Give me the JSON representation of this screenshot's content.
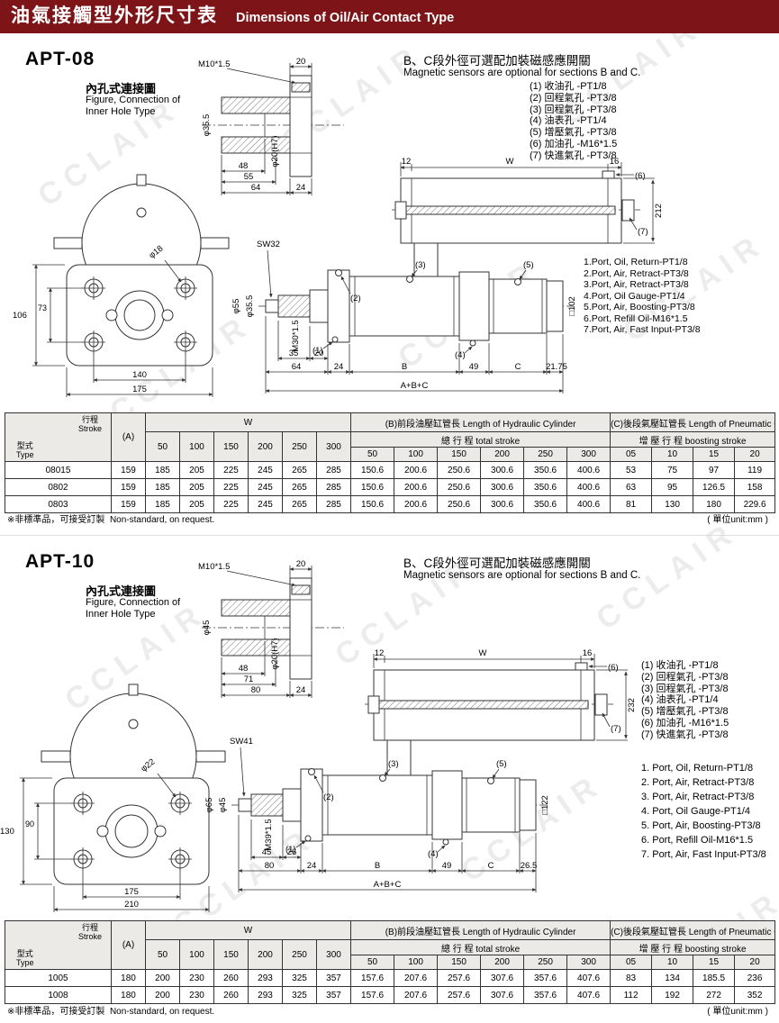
{
  "page": {
    "title_zh": "油氣接觸型外形尺寸表",
    "title_en": "Dimensions of Oil/Air Contact Type",
    "watermark": "CCLAIR",
    "note_zh": "※非標準品，可接受訂製",
    "note_en": "Non-standard, on request.",
    "unit_note": "( 單位unit:mm )"
  },
  "shared": {
    "figure_label_zh": "內孔式連接圖",
    "figure_label_en1": "Figure, Connection of",
    "figure_label_en2": "Inner Hole Type",
    "magnetic_zh": "B、C段外徑可選配加裝磁感應開關",
    "magnetic_en": "Magnetic sensors are optional for sections B and C.",
    "callouts": [
      "(1)",
      "(2)",
      "(3)",
      "(4)",
      "(5)",
      "(6)",
      "(7)"
    ],
    "table": {
      "type_zh": "型式",
      "type_en": "Type",
      "stroke_zh": "行程",
      "stroke_en": "Stroke",
      "col_a": "(A)",
      "col_w": "W",
      "col_b": "(B)前段油壓缸管長  Length of Hydraulic Cylinder",
      "col_c": "(C)後段氣壓缸管長 Length of Pneumatic Cylinder",
      "total_stroke": "總 行 程  total stroke",
      "boosting_stroke": "增 壓 行 程  boosting stroke",
      "w_values": [
        "50",
        "100",
        "150",
        "200",
        "250",
        "300"
      ],
      "b_values": [
        "50",
        "100",
        "150",
        "200",
        "250",
        "300"
      ],
      "c_values": [
        "05",
        "10",
        "15",
        "20"
      ]
    }
  },
  "apt08": {
    "title": "APT-08",
    "ports_zh": [
      "(1) 收油孔 -PT1/8",
      "(2) 回程氣孔 -PT3/8",
      "(3) 回程氣孔 -PT3/8",
      "(4) 油表孔 -PT1/4",
      "(5) 增壓氣孔 -PT3/8",
      "(6) 加油孔 -M16*1.5",
      "(7) 快進氣孔 -PT3/8"
    ],
    "ports_en": [
      "1.Port, Oil, Return-PT1/8",
      "2.Port, Air, Retract-PT3/8",
      "3.Port, Air, Retract-PT3/8",
      "4.Port, Oil Gauge-PT1/4",
      "5.Port, Air, Boosting-PT3/8",
      "6.Port, Refill Oil-M16*1.5",
      "7.Port, Air, Fast Input-PT3/8"
    ],
    "dims": {
      "flange": {
        "thread": "M10*1.5",
        "plate_t": "20",
        "dia_outer": "φ35.5",
        "dia_bore": "φ20(H7)",
        "d1": "48",
        "d2": "55",
        "d3": "64",
        "d4": "24"
      },
      "front": {
        "hole": "φ18",
        "v_outer": "106",
        "v_inner": "73",
        "h_inner": "140",
        "h_outer": "175"
      },
      "side": {
        "sw": "SW32",
        "rod_dia": "φ55",
        "rod_dia2": "φ35.5",
        "rod_thread": "M30*1.5",
        "s1": "35",
        "s2": "20",
        "s3": "64",
        "s4": "24",
        "b": "B",
        "mid": "49",
        "c": "C",
        "end": "21.75",
        "total": "A+B+C",
        "t1": "12",
        "tw": "W",
        "t2": "16",
        "h": "212",
        "bore": "□102"
      }
    },
    "table_rows": [
      {
        "type": "08015",
        "a": "159",
        "w": [
          "185",
          "205",
          "225",
          "245",
          "265",
          "285"
        ],
        "b": [
          "150.6",
          "200.6",
          "250.6",
          "300.6",
          "350.6",
          "400.6"
        ],
        "c": [
          "53",
          "75",
          "97",
          "119"
        ]
      },
      {
        "type": "0802",
        "a": "159",
        "w": [
          "185",
          "205",
          "225",
          "245",
          "265",
          "285"
        ],
        "b": [
          "150.6",
          "200.6",
          "250.6",
          "300.6",
          "350.6",
          "400.6"
        ],
        "c": [
          "63",
          "95",
          "126.5",
          "158"
        ]
      },
      {
        "type": "0803",
        "a": "159",
        "w": [
          "185",
          "205",
          "225",
          "245",
          "265",
          "285"
        ],
        "b": [
          "150.6",
          "200.6",
          "250.6",
          "300.6",
          "350.6",
          "400.6"
        ],
        "c": [
          "81",
          "130",
          "180",
          "229.6"
        ]
      }
    ]
  },
  "apt10": {
    "title": "APT-10",
    "ports_zh": [
      "(1) 收油孔 -PT1/8",
      "(2) 回程氣孔 -PT3/8",
      "(3) 回程氣孔 -PT3/8",
      "(4) 油表孔 -PT1/4",
      "(5) 增壓氣孔 -PT3/8",
      "(6) 加油孔 -M16*1.5",
      "(7) 快進氣孔 -PT3/8"
    ],
    "ports_en": [
      "1. Port, Oil, Return-PT1/8",
      "2. Port, Air, Retract-PT3/8",
      "3. Port, Air, Retract-PT3/8",
      "4. Port, Oil Gauge-PT1/4",
      "5. Port, Air, Boosting-PT3/8",
      "6. Port, Refill Oil-M16*1.5",
      "7. Port, Air, Fast Input-PT3/8"
    ],
    "dims": {
      "flange": {
        "thread": "M10*1.5",
        "plate_t": "20",
        "dia_outer": "φ45",
        "dia_bore": "φ20(H7)",
        "d1": "48",
        "d2": "71",
        "d3": "80",
        "d4": "24"
      },
      "front": {
        "hole": "φ22",
        "v_outer": "130",
        "v_inner": "90",
        "h_inner": "175",
        "h_outer": "210"
      },
      "side": {
        "sw": "SW41",
        "rod_dia": "φ65",
        "rod_dia2": "φ45",
        "rod_thread": "M39*1.5",
        "s1": "45",
        "s2": "26",
        "s3": "80",
        "s4": "24",
        "b": "B",
        "mid": "49",
        "c": "C",
        "end": "26.5",
        "total": "A+B+C",
        "t1": "12",
        "tw": "W",
        "t2": "16",
        "h": "232",
        "bore": "□122"
      }
    },
    "table_rows": [
      {
        "type": "1005",
        "a": "180",
        "w": [
          "200",
          "230",
          "260",
          "293",
          "325",
          "357"
        ],
        "b": [
          "157.6",
          "207.6",
          "257.6",
          "307.6",
          "357.6",
          "407.6"
        ],
        "c": [
          "83",
          "134",
          "185.5",
          "236"
        ]
      },
      {
        "type": "1008",
        "a": "180",
        "w": [
          "200",
          "230",
          "260",
          "293",
          "325",
          "357"
        ],
        "b": [
          "157.6",
          "207.6",
          "257.6",
          "307.6",
          "357.6",
          "407.6"
        ],
        "c": [
          "112",
          "192",
          "272",
          "352"
        ]
      }
    ]
  }
}
